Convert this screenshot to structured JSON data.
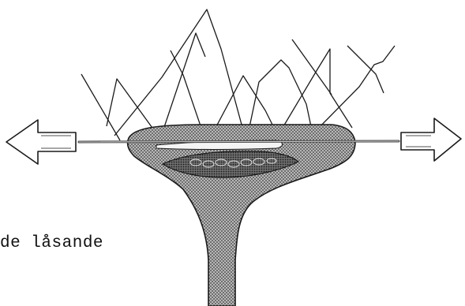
{
  "caption": "de låsande",
  "colors": {
    "ink": "#1a1a1a",
    "stipple_fill": "#8c8c8c",
    "background": "#ffffff",
    "thread": "#4a4a4a"
  },
  "icons": {
    "left_arrow": "hollow-arrow-left",
    "right_arrow": "hollow-arrow-right"
  }
}
